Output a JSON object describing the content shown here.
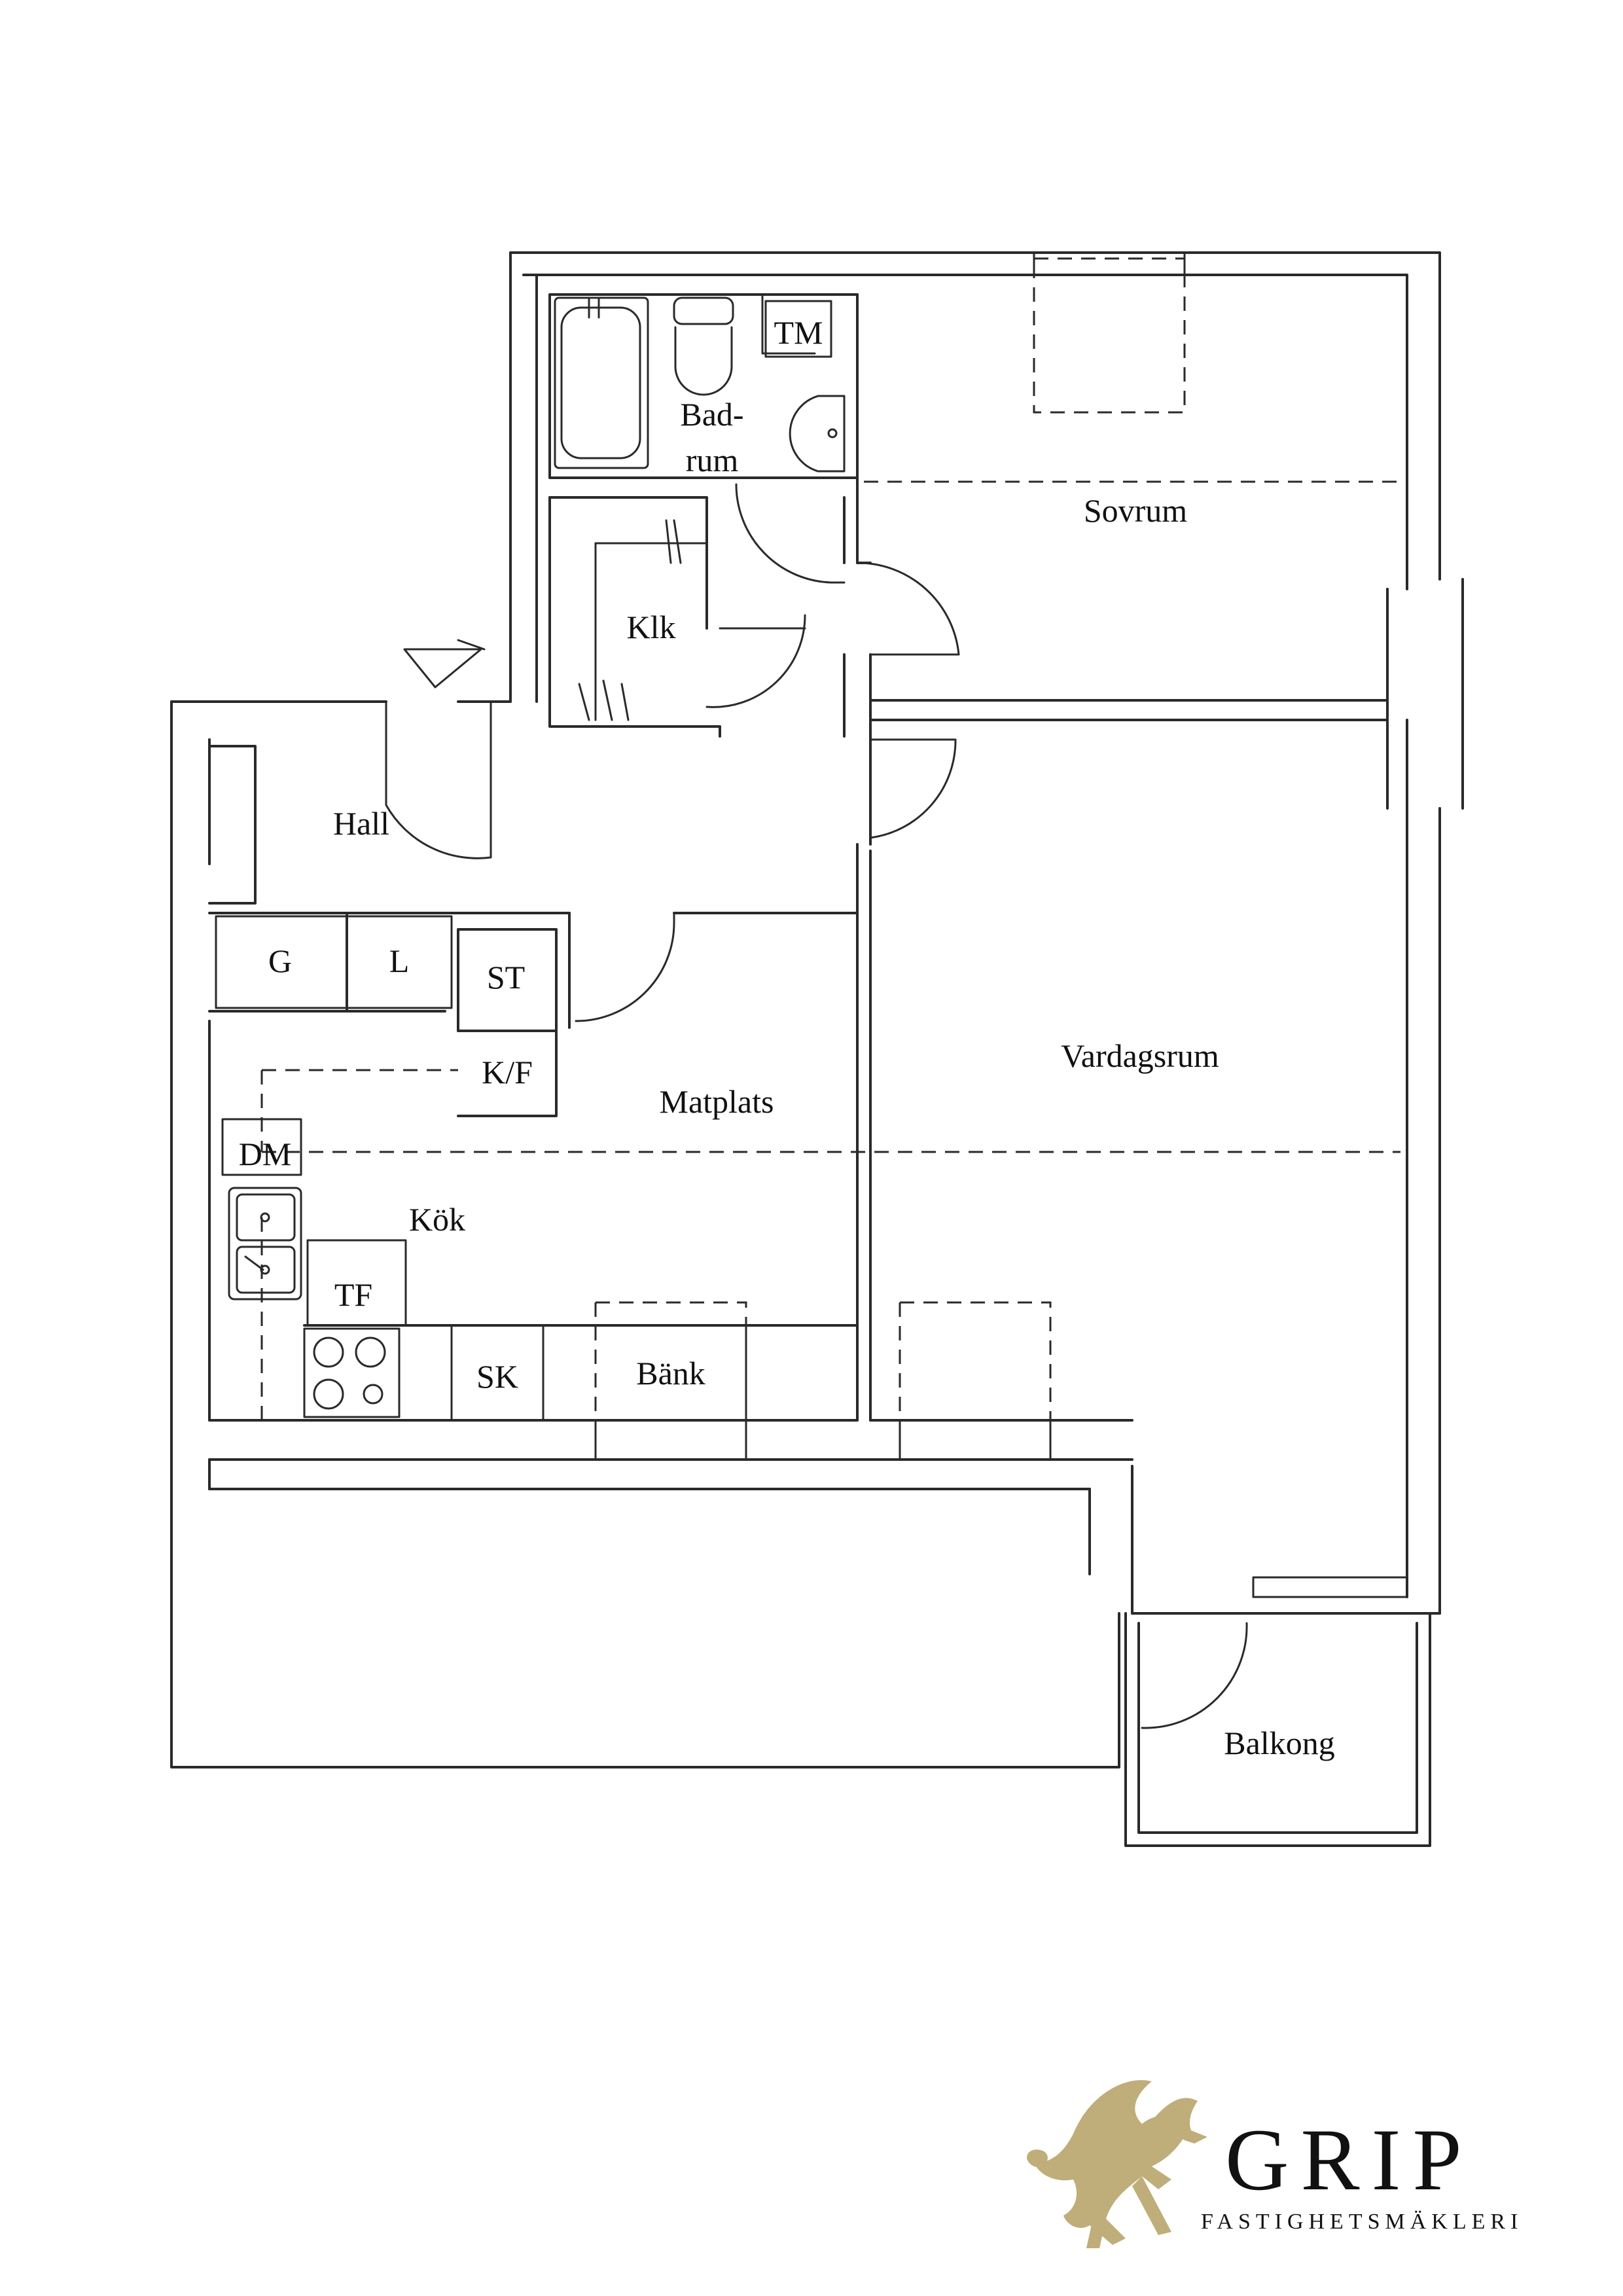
{
  "floor_plan": {
    "rooms": {
      "badrum_line1": "Bad-",
      "badrum_line2": "rum",
      "sovrum": "Sovrum",
      "klk": "Klk",
      "hall": "Hall",
      "vardagsrum": "Vardagsrum",
      "matplats": "Matplats",
      "kok": "Kök",
      "balkong": "Balkong"
    },
    "fixtures": {
      "tm": "TM",
      "g": "G",
      "l": "L",
      "st": "ST",
      "kf": "K/F",
      "dm": "DM",
      "tf": "TF",
      "sk": "SK",
      "bank": "Bänk"
    }
  },
  "brand": {
    "name": "GRIP",
    "tagline": "FASTIGHETSMÄKLERI",
    "logo_icon": "griffin-icon",
    "logo_color": "#bfae7a"
  }
}
